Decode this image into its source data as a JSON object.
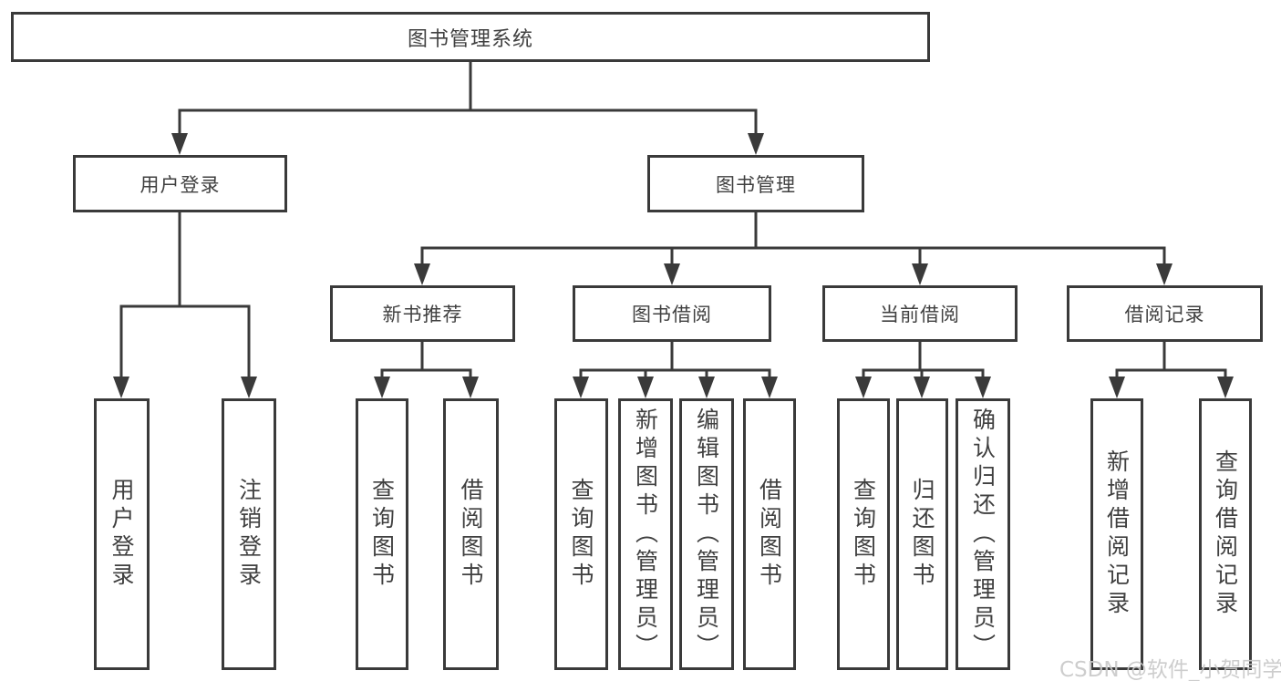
{
  "tree": {
    "root": {
      "label": "图书管理系统",
      "children": [
        {
          "label": "用户登录",
          "children": [
            {
              "label": "用户登录"
            },
            {
              "label": "注销登录"
            }
          ]
        },
        {
          "label": "图书管理",
          "children": [
            {
              "label": "新书推荐",
              "children": [
                {
                  "label": "查询图书"
                },
                {
                  "label": "借阅图书"
                }
              ]
            },
            {
              "label": "图书借阅",
              "children": [
                {
                  "label": "查询图书"
                },
                {
                  "label": "新增图书（管理员）"
                },
                {
                  "label": "编辑图书（管理员）"
                },
                {
                  "label": "借阅图书"
                }
              ]
            },
            {
              "label": "当前借阅",
              "children": [
                {
                  "label": "查询图书"
                },
                {
                  "label": "归还图书"
                },
                {
                  "label": "确认归还（管理员）"
                }
              ]
            },
            {
              "label": "借阅记录",
              "children": [
                {
                  "label": "新增借阅记录"
                },
                {
                  "label": "查询借阅记录"
                }
              ]
            }
          ]
        }
      ]
    }
  },
  "watermark": {
    "text": "CSDN @软件_小贺同学"
  },
  "colors": {
    "line": "#3a3a3a",
    "text": "#404040",
    "background": "#ffffff",
    "watermark": "#c8c8c8"
  }
}
